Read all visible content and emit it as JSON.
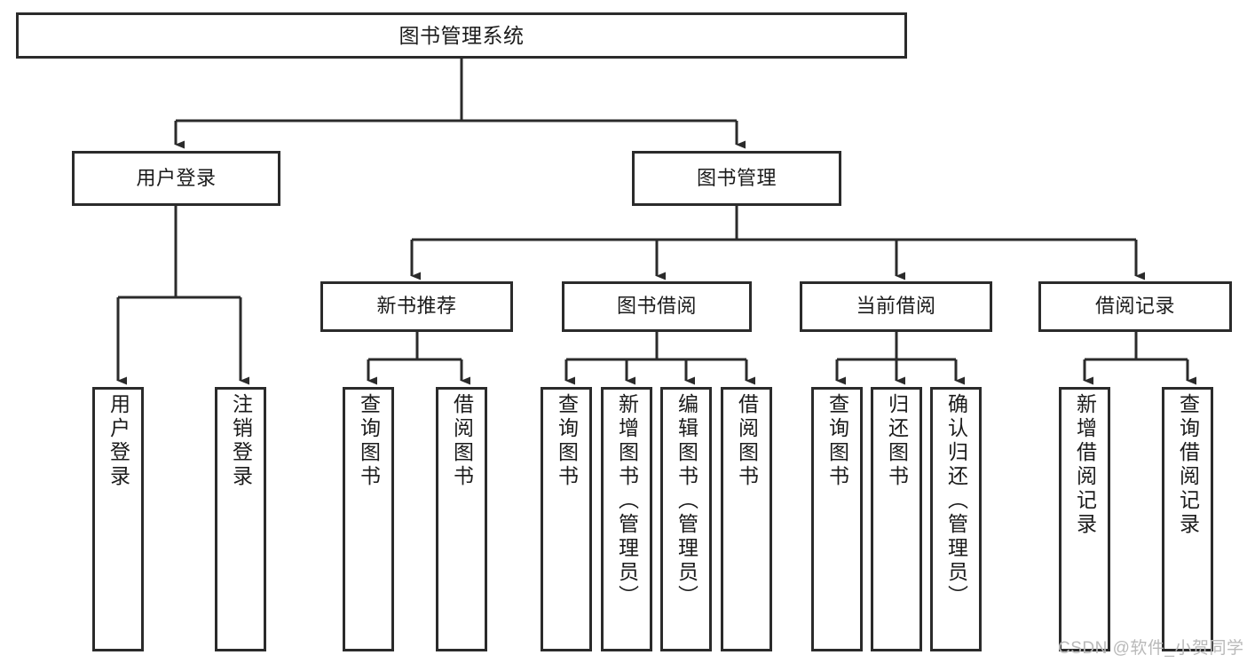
{
  "diagram": {
    "title": "图书管理系统",
    "type": "tree-hierarchy",
    "watermark": "CSDN @软件_小贺同学",
    "colors": {
      "border": "#2b2b2b",
      "background": "#ffffff",
      "text": "#1b1b1b",
      "watermark": "#b9b9b9"
    },
    "levels": {
      "root": {
        "label": "图书管理系统"
      },
      "level2": [
        {
          "label": "用户登录"
        },
        {
          "label": "图书管理"
        }
      ],
      "level3": [
        {
          "label": "新书推荐"
        },
        {
          "label": "图书借阅"
        },
        {
          "label": "当前借阅"
        },
        {
          "label": "借阅记录"
        }
      ]
    },
    "nodes": {
      "root": "图书管理系统",
      "user_login": "用户登录",
      "book_manage": "图书管理",
      "new_book_rec": "新书推荐",
      "book_borrow": "图书借阅",
      "current_borrow": "当前借阅",
      "borrow_record": "借阅记录",
      "leaf_user_login": "用户登录",
      "leaf_user_logout": "注销登录",
      "leaf_rec_query": "查询图书",
      "leaf_rec_borrow": "借阅图书",
      "leaf_borrow_query": "查询图书",
      "leaf_borrow_add": "新增图书（管理员）",
      "leaf_borrow_edit": "编辑图书（管理员）",
      "leaf_borrow_borrow": "借阅图书",
      "leaf_cur_query": "查询图书",
      "leaf_cur_return": "归还图书",
      "leaf_cur_confirm": "确认归还（管理员）",
      "leaf_rec_add": "新增借阅记录",
      "leaf_rec_search": "查询借阅记录"
    }
  }
}
